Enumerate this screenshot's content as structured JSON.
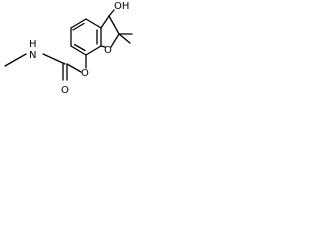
{
  "molecule": {
    "labels": {
      "hydroxyl": "OH",
      "ring_oxygen": "O",
      "amine": "N",
      "amine_hydrogen": "H",
      "carbonyl_oxygen": "O",
      "ester_oxygen": "O"
    },
    "colors": {
      "bond": "#000000",
      "background": "#ffffff"
    }
  }
}
